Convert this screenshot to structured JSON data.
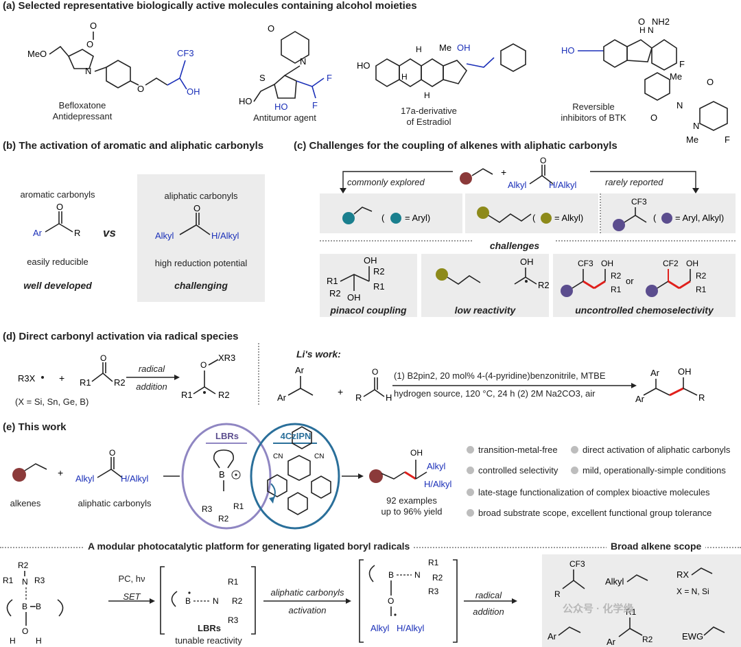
{
  "section_a": {
    "title": "(a) Selected representative biologically active molecules containing alcohol moieties",
    "mol1_name": "Befloxatone",
    "mol1_role": "Antidepressant",
    "mol2_name": "Antitumor agent",
    "mol3_name": "17a-derivative",
    "mol3_role": "of Estradiol",
    "mol4_name": "Reversible",
    "mol4_role": "inhibitors of BTK",
    "atoms": {
      "meo": "MeO",
      "o": "O",
      "n": "N",
      "cf3": "CF3",
      "oh": "OH",
      "ho": "HO",
      "s": "S",
      "f": "F",
      "h": "H",
      "me": "Me",
      "nh2": "NH2",
      "hn": "H N"
    }
  },
  "section_b": {
    "title": "(b) The activation of aromatic and aliphatic carbonyls",
    "left_head": "aromatic carbonyls",
    "left_ar": "Ar",
    "left_r": "R",
    "left_o": "O",
    "left_desc": "easily reducible",
    "left_status": "well developed",
    "vs": "vs",
    "right_head": "aliphatic carbonyls",
    "right_alkyl": "Alkyl",
    "right_h_alkyl": "H/Alkyl",
    "right_o": "O",
    "right_desc": "high reduction potential",
    "right_status": "challenging"
  },
  "section_c": {
    "title": "(c) Challenges for the coupling of alkenes with aliphatic carbonyls",
    "left_arrow": "commonly explored",
    "right_arrow": "rarely reported",
    "plus": "+",
    "alkyl": "Alkyl",
    "h_alkyl": "H/Alkyl",
    "o": "O",
    "box1_def": "= Aryl)",
    "box2_def": "= Alkyl)",
    "box3_def": "= Aryl, Alkyl)",
    "paren": "(",
    "cf3": "CF3",
    "cf2": "CF2",
    "oh": "OH",
    "challenges": "challenges",
    "ch1": "pinacol coupling",
    "ch2": "low reactivity",
    "ch3": "uncontrolled chemoselectivity",
    "or": "or",
    "r1": "R1",
    "r2": "R2"
  },
  "section_d": {
    "title": "(d) Direct carbonyl activation via radical species",
    "radical": "R3X",
    "radical_cond": "(X = Si, Sn, Ge, B)",
    "arrow_top": "radical",
    "arrow_bottom": "addition",
    "xr3": "XR3",
    "li_title": "Li's work:",
    "cond_top": "(1) B2pin2, 20 mol% 4-(4-pyridine)benzonitrile, MTBE",
    "cond_bottom": "hydrogen source, 120 °C, 24 h  (2) 2M Na2CO3, air",
    "ar": "Ar",
    "r": "R",
    "h": "H",
    "oh": "OH",
    "o": "O",
    "r1": "R1",
    "r2": "R2"
  },
  "section_e": {
    "title": "(e) This work",
    "alkenes": "alkenes",
    "carbonyls": "aliphatic carbonyls",
    "alkyl": "Alkyl",
    "h_alkyl": "H/Alkyl",
    "lbrs": "LBRs",
    "czipn": "4CzIPN",
    "cn": "CN",
    "examples": "92 examples",
    "yield": "up to 96% yield",
    "features": [
      "transition-metal-free",
      "direct activation of aliphatic carbonyls",
      "controlled selectivity",
      "mild, operationally-simple conditions",
      "late-stage functionalization of complex bioactive molecules",
      "broad substrate scope, excellent functional group tolerance"
    ]
  },
  "section_f": {
    "title": "A modular photocatalytic platform for generating ligated boryl radicals",
    "scope_title": "Broad alkene scope",
    "arrow1_top": "PC, hν",
    "arrow1_bottom": "SET",
    "lbrs": "LBRs",
    "lbrs_desc": "tunable reactivity",
    "arrow2_top": "aliphatic carbonyls",
    "arrow2_bottom": "activation",
    "arrow3_top": "radical",
    "arrow3_bottom": "addition",
    "alkyl": "Alkyl",
    "h_alkyl": "H/Alkyl",
    "scope_cf3": "CF3",
    "scope_r": "R",
    "scope_alkyl": "Alkyl",
    "scope_rx": "RX",
    "scope_x": "X = N, Si",
    "scope_ar": "Ar",
    "scope_r1": "R1",
    "scope_r2": "R2",
    "scope_ewg": "EWG",
    "watermark": "公众号 · 化学缘",
    "r1": "R1",
    "r2": "R2",
    "r3": "R3",
    "n": "N",
    "b": "B",
    "o": "O",
    "h": "H"
  },
  "colors": {
    "blue": "#1a2fb8",
    "teal": "#1a7f8e",
    "olive": "#8d8a1a",
    "purple": "#5b4d8e",
    "maroon": "#8b3a3a",
    "red": "#e0201c",
    "lbr_ring": "#8f86c2",
    "pc_ring": "#2a6f9a"
  }
}
